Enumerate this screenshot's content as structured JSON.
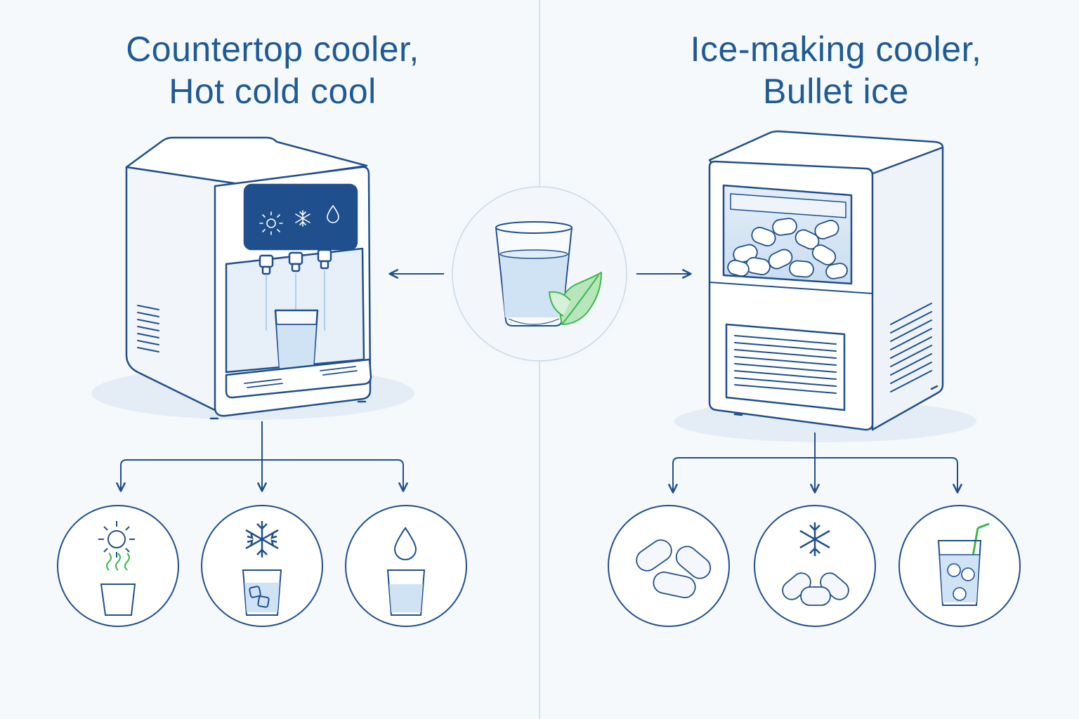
{
  "left_panel": {
    "title_line1": "Countertop cooler,",
    "title_line2": "Hot cold cool",
    "machine": "countertop-water-cooler",
    "panel_icons": [
      "sun-icon",
      "snowflake-icon",
      "water-drop-icon"
    ],
    "outputs": [
      "hot-water-cup-icon",
      "cold-water-with-ice-icon",
      "cool-water-glass-icon"
    ]
  },
  "center": {
    "icon": "water-glass-with-leaf-icon"
  },
  "right_panel": {
    "title_line1": "Ice-making cooler,",
    "title_line2": "Bullet ice",
    "machine": "ice-maker",
    "outputs": [
      "bullet-ice-icon",
      "frozen-bullet-ice-icon",
      "iced-drink-with-straw-icon"
    ]
  },
  "colors": {
    "primary": "#1f4f8c",
    "title": "#1f5a94",
    "panel": "#1f4f8c",
    "water": "#cfe3f4",
    "accent_green": "#3cb84a",
    "background": "#f6f9fc"
  }
}
